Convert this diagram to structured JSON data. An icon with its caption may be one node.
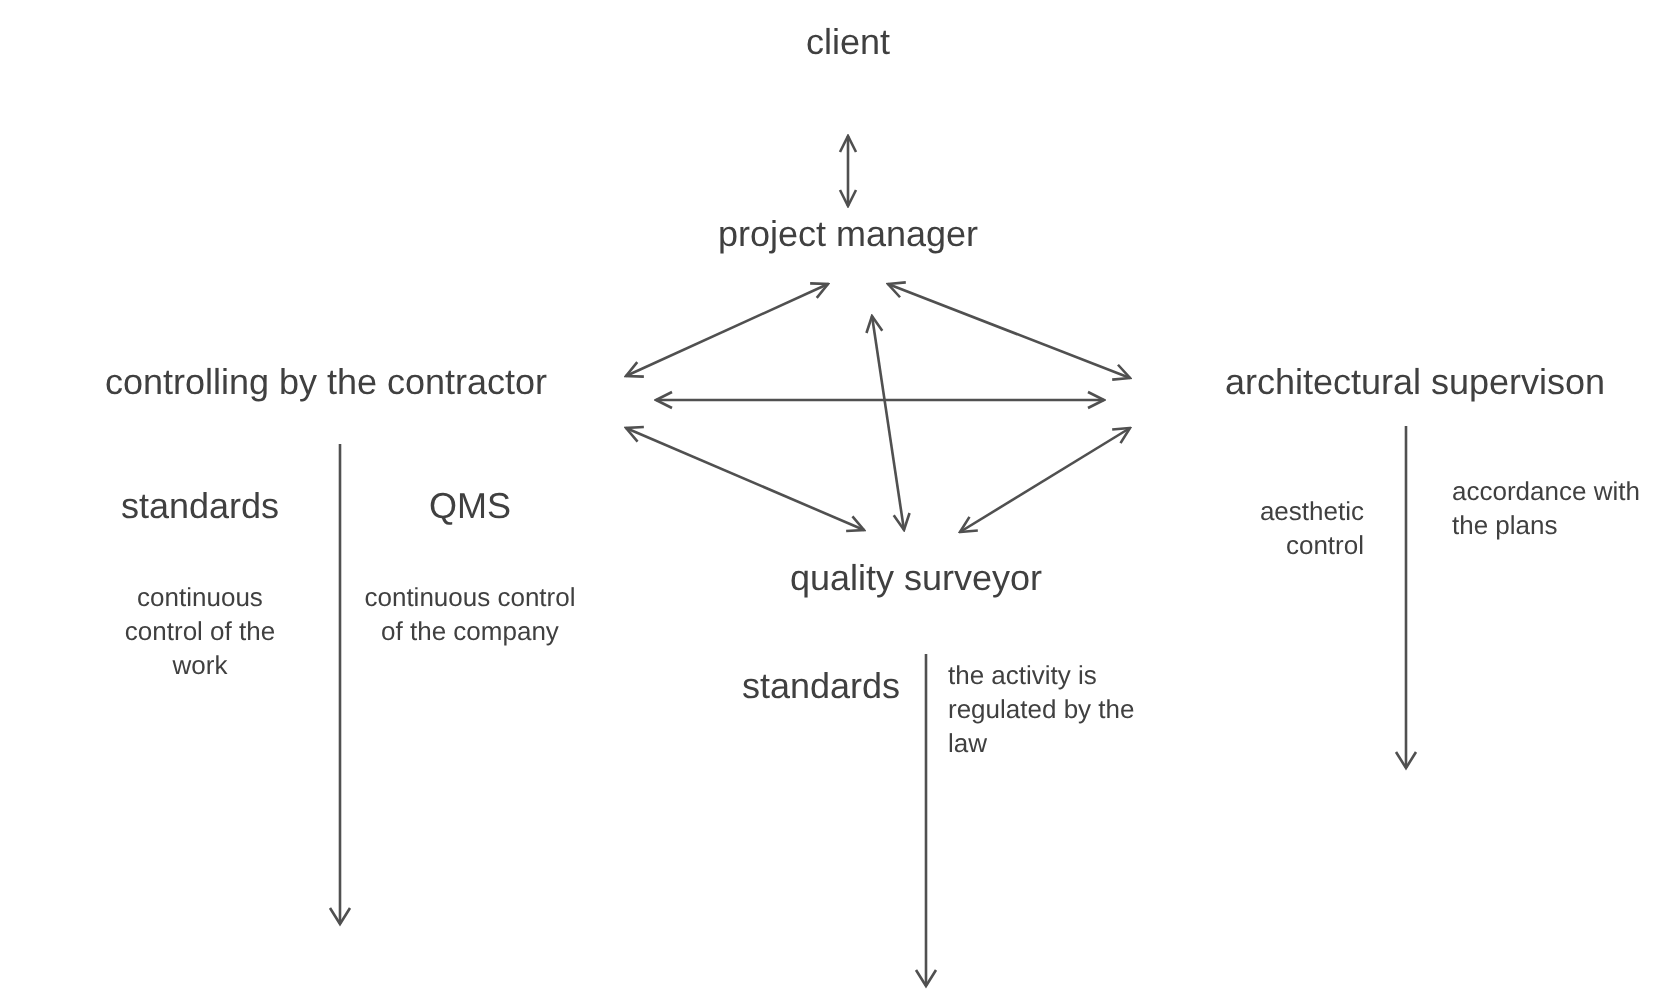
{
  "diagram": {
    "nodes": [
      {
        "text": [
          "client"
        ]
      },
      {
        "text": [
          "project manager"
        ]
      },
      {
        "text": [
          "controlling by the contractor"
        ]
      },
      {
        "text": [
          "architectural supervison"
        ]
      },
      {
        "text": [
          "quality surveyor"
        ]
      }
    ],
    "edges": [
      {
        "from": 0,
        "to": 1,
        "arrow": "both"
      },
      {
        "from": 1,
        "to": 2,
        "arrow": "both"
      },
      {
        "from": 1,
        "to": 3,
        "arrow": "both"
      },
      {
        "from": 1,
        "to": 4,
        "arrow": "both"
      },
      {
        "from": 2,
        "to": 3,
        "arrow": "both"
      },
      {
        "from": 2,
        "to": 4,
        "arrow": "both"
      },
      {
        "from": 3,
        "to": 4,
        "arrow": "both"
      }
    ],
    "labels": [
      "standards",
      "QMS",
      "continuous control of the work",
      "continuous control of the company",
      "aesthetic control",
      "accordance with the plans",
      "standards",
      "the activity is regulated by the law"
    ]
  }
}
